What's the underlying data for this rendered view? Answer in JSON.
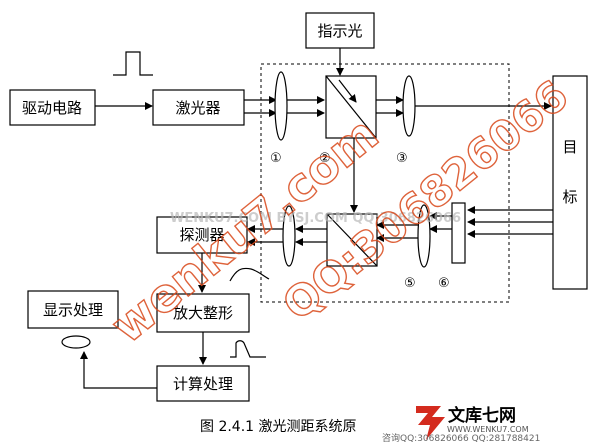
{
  "blocks": {
    "driver": "驱动电路",
    "laser": "激光器",
    "indicator": "指示光",
    "target_1": "目",
    "target_2": "标",
    "detector": "探测器",
    "amplifier": "放大整形",
    "display": "显示处理",
    "compute": "计算处理"
  },
  "elements": {
    "lens_1": "①",
    "splitter_2": "②",
    "lens_3": "③",
    "lens_5": "⑤",
    "filter_6": "⑥"
  },
  "caption": "图 2.4.1 激光测距系统原",
  "footer": {
    "brand": "文库七网",
    "site": "WWW.WENKU7.COM",
    "contact": "咨询QQ:306826066 QQ:281788421"
  },
  "watermarks": {
    "diagonal_1": "wenku7.com",
    "diagonal_2": "QQ:306826066",
    "faint": "WENKU7.COM  BYSJ.COM  QQ:306826066"
  },
  "colors": {
    "ink": "#000000",
    "watermark": "#d9481a",
    "faint": "#b8b8b8",
    "brand_red": "#d42b1e"
  }
}
